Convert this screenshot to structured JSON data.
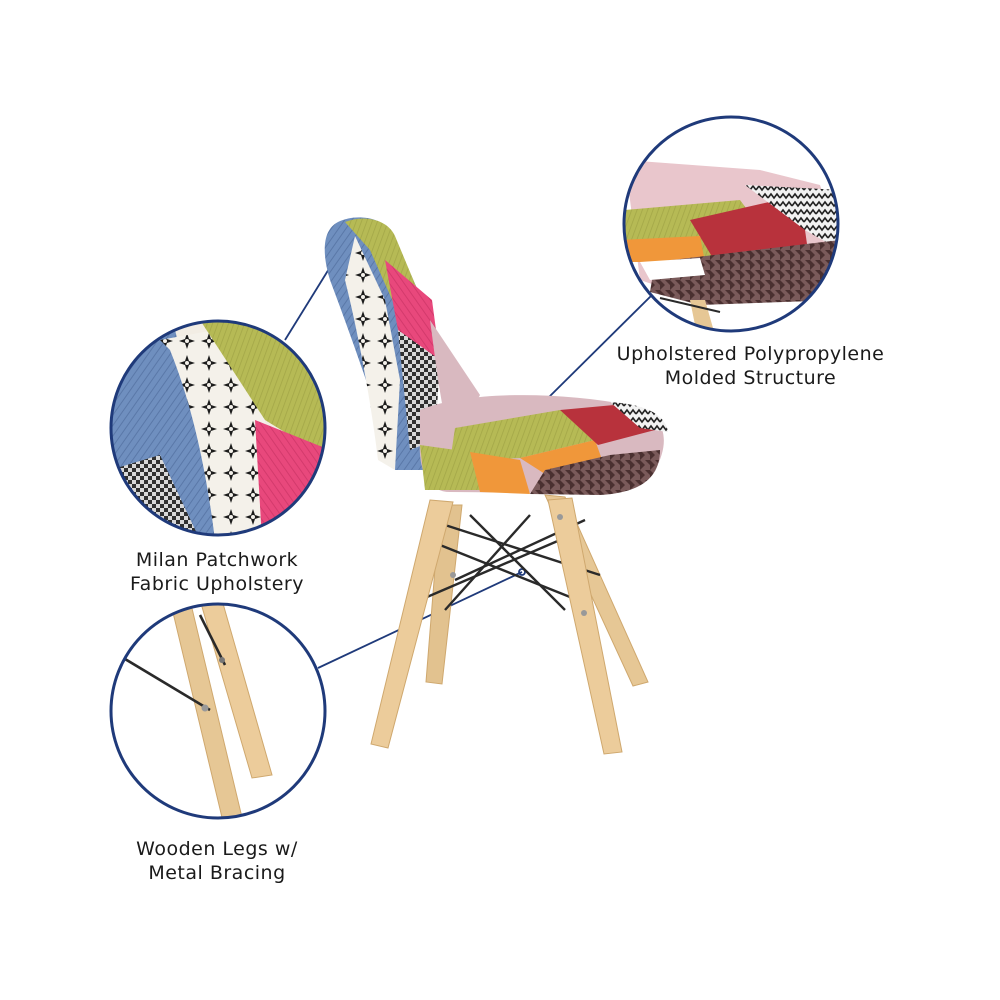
{
  "callouts": {
    "upholstered": {
      "label": "Upholstered Polypropylene\nMolded Structure"
    },
    "milan": {
      "label": "Milan Patchwork\nFabric Upholstery"
    },
    "legs": {
      "label": "Wooden Legs w/\nMetal Bracing"
    }
  },
  "colors": {
    "callout_ring": "#1f3a7a",
    "wood": "#e7c99a",
    "fabric_blue": "#6f8fbf",
    "fabric_olive": "#b6ba55",
    "fabric_pink": "#e8487c",
    "fabric_red": "#b8323c",
    "fabric_brown": "#6b4a4a",
    "fabric_orange": "#f0973a"
  }
}
